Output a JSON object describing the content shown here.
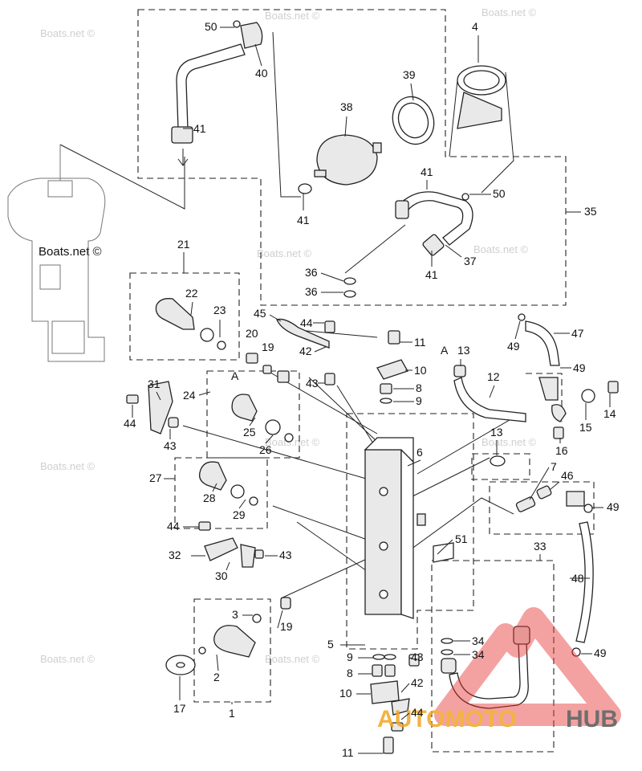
{
  "watermark": "Boats.net ©",
  "logo": {
    "part_a": "AUTOMOTO",
    "part_b": "HUB"
  },
  "labels": {
    "l1": "1",
    "l2": "2",
    "l3": "3",
    "l4": "4",
    "l5": "5",
    "l6": "6",
    "l7": "7",
    "l8a": "8",
    "l8b": "8",
    "l9a": "9",
    "l9b": "9",
    "l10a": "10",
    "l10b": "10",
    "l11a": "11",
    "l11b": "11",
    "l12": "12",
    "l13a": "13",
    "l13b": "13",
    "l14": "14",
    "l15": "15",
    "l16": "16",
    "l17": "17",
    "l19a": "19",
    "l19b": "19",
    "l20": "20",
    "l21": "21",
    "l22": "22",
    "l23": "23",
    "l24": "24",
    "l25": "25",
    "l26": "26",
    "l27": "27",
    "l28": "28",
    "l29": "29",
    "l30": "30",
    "l31": "31",
    "l32": "32",
    "l33": "33",
    "l34a": "34",
    "l34b": "34",
    "l35": "35",
    "l36a": "36",
    "l36b": "36",
    "l37": "37",
    "l38": "38",
    "l39": "39",
    "l40": "40",
    "l41a": "41",
    "l41b": "41",
    "l41c": "41",
    "l41d": "41",
    "l42a": "42",
    "l42b": "42",
    "l43a": "43",
    "l43b": "43",
    "l43c": "43",
    "l43d": "43",
    "l44a": "44",
    "l44b": "44",
    "l44c": "44",
    "l44d": "44",
    "l45": "45",
    "l46": "46",
    "l47": "47",
    "l48": "48",
    "l49a": "49",
    "l49b": "49",
    "l49c": "49",
    "l49d": "49",
    "l50a": "50",
    "l50b": "50",
    "l51": "51",
    "lA1": "A",
    "lA2": "A"
  }
}
